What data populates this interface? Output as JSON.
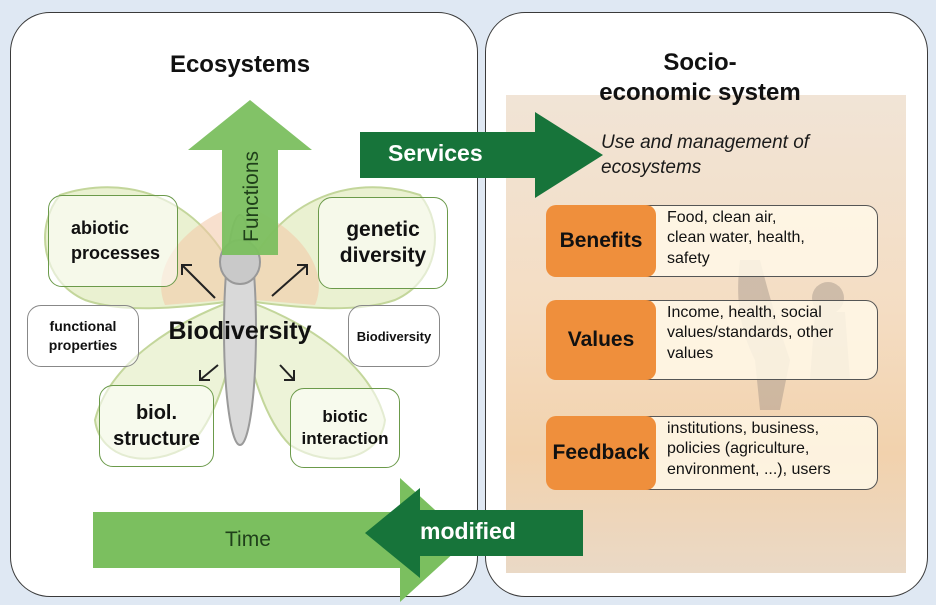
{
  "ecosystems": {
    "title": "Ecosystems",
    "functions_label": "Functions",
    "center_label": "Biodiversity",
    "nodes": {
      "abiotic": "abiotic processes",
      "genetic": "genetic diversity",
      "functional": "functional properties",
      "biodiversity_small": "Biodiversity",
      "structure": "biol. structure",
      "interaction": "biotic interaction"
    },
    "time_label": "Time"
  },
  "services_label": "Services",
  "modified_label": "modified",
  "socio": {
    "title": "Socio-\neconomic system",
    "subtitle": "Use and management of ecosystems",
    "rows": [
      {
        "tag": "Benefits",
        "text": "Food, clean air, clean water, health, safety"
      },
      {
        "tag": "Values",
        "text": "Income, health, social values/standards, other values"
      },
      {
        "tag": "Feedback",
        "text": "institutions, business, policies (agriculture, environment, ...), users"
      }
    ]
  },
  "colors": {
    "light_green": "#7bbf5f",
    "dark_green": "#17743a",
    "orange": "#ef8f3c",
    "background": "#dfe8f3"
  }
}
